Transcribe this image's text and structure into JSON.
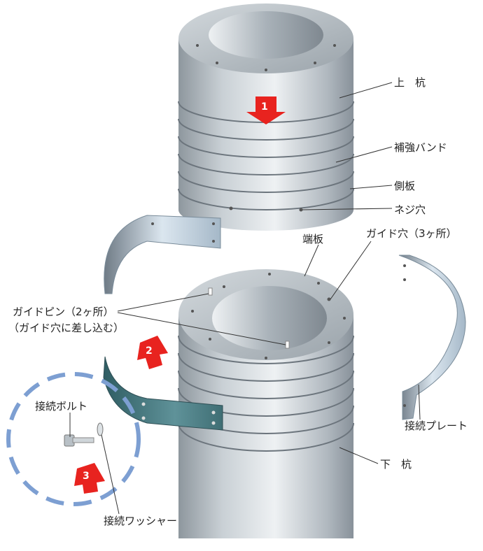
{
  "labels": {
    "upper_pile": "上　杭",
    "reinforcing_band": "補強バンド",
    "side_plate": "側板",
    "screw_hole": "ネジ穴",
    "end_plate": "端板",
    "guide_hole": "ガイド穴（3ヶ所）",
    "guide_pin": "ガイドピン（2ヶ所）",
    "guide_pin_note": "（ガイド穴に差し込む）",
    "connection_bolt": "接続ボルト",
    "connection_plate": "接続プレート",
    "lower_pile": "下　杭",
    "connection_washer": "接続ワッシャー"
  },
  "steps": [
    "1",
    "2",
    "3"
  ],
  "colors": {
    "arrow": "#e8231f",
    "dashed_circle": "#7d9fd2",
    "steel": "#b9c2c9",
    "band_dark": "#4f7f86"
  }
}
